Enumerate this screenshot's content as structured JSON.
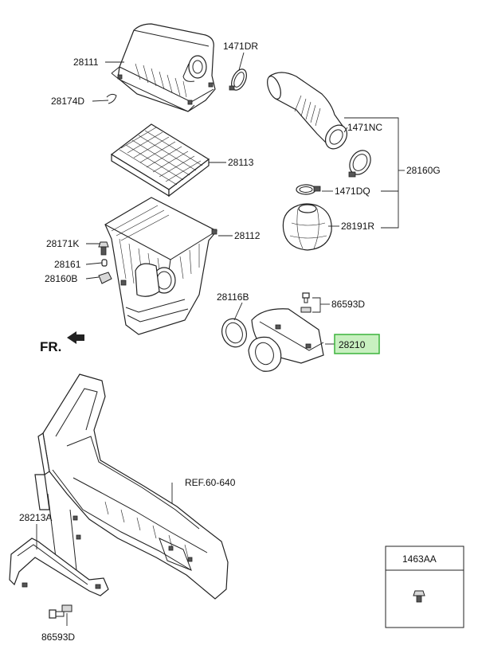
{
  "labels": {
    "p28111": "28111",
    "p1471DR": "1471DR",
    "p28174D": "28174D",
    "p1471NC": "1471NC",
    "p28113": "28113",
    "p28160G": "28160G",
    "p1471DQ": "1471DQ",
    "p28191R": "28191R",
    "p28112": "28112",
    "p28171K": "28171K",
    "p28161": "28161",
    "p28160B": "28160B",
    "p28116B": "28116B",
    "p86593D_top": "86593D",
    "p28210": "28210",
    "fr": "FR.",
    "ref": "REF.60-640",
    "p28213A": "28213A",
    "p86593D_bottom": "86593D",
    "legend_code": "1463AA"
  },
  "highlight": {
    "fill": "#c8f0c0",
    "stroke": "#3cb43c"
  }
}
